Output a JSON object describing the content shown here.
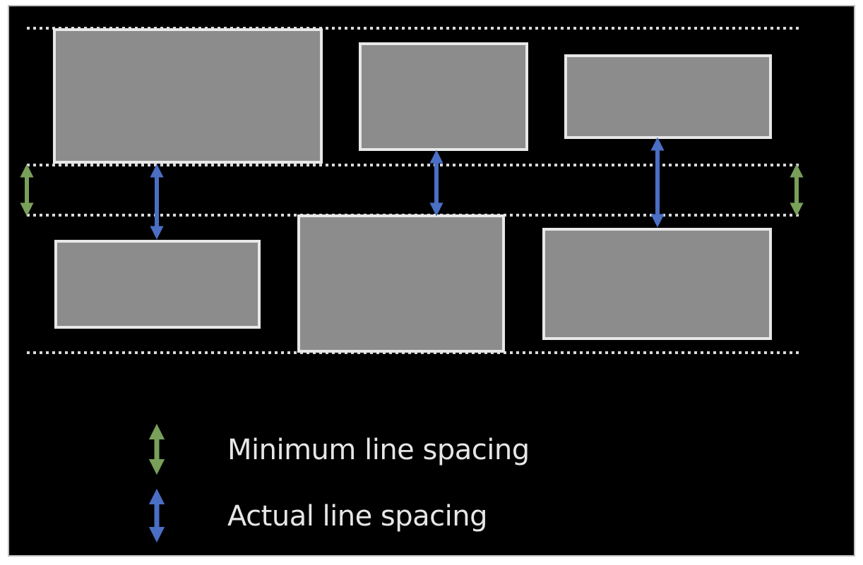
{
  "diagram": {
    "colors": {
      "background": "#000000",
      "frame_border": "#bfbfbf",
      "box_fill": "#8c8c8c",
      "box_border": "#e8e8e8",
      "guide_line": "#d9d9d9",
      "minimum_arrow": "#78a05a",
      "actual_arrow": "#4a6fc4",
      "legend_text": "#e6e6e6"
    },
    "icons": {
      "minimum_marker": "double-arrow-vertical-icon",
      "actual_marker": "double-arrow-vertical-icon"
    }
  },
  "legend": {
    "items": [
      {
        "key": "minimum",
        "label": "Minimum line spacing",
        "color": "#78a05a"
      },
      {
        "key": "actual",
        "label": "Actual line spacing",
        "color": "#4a6fc4"
      }
    ]
  }
}
